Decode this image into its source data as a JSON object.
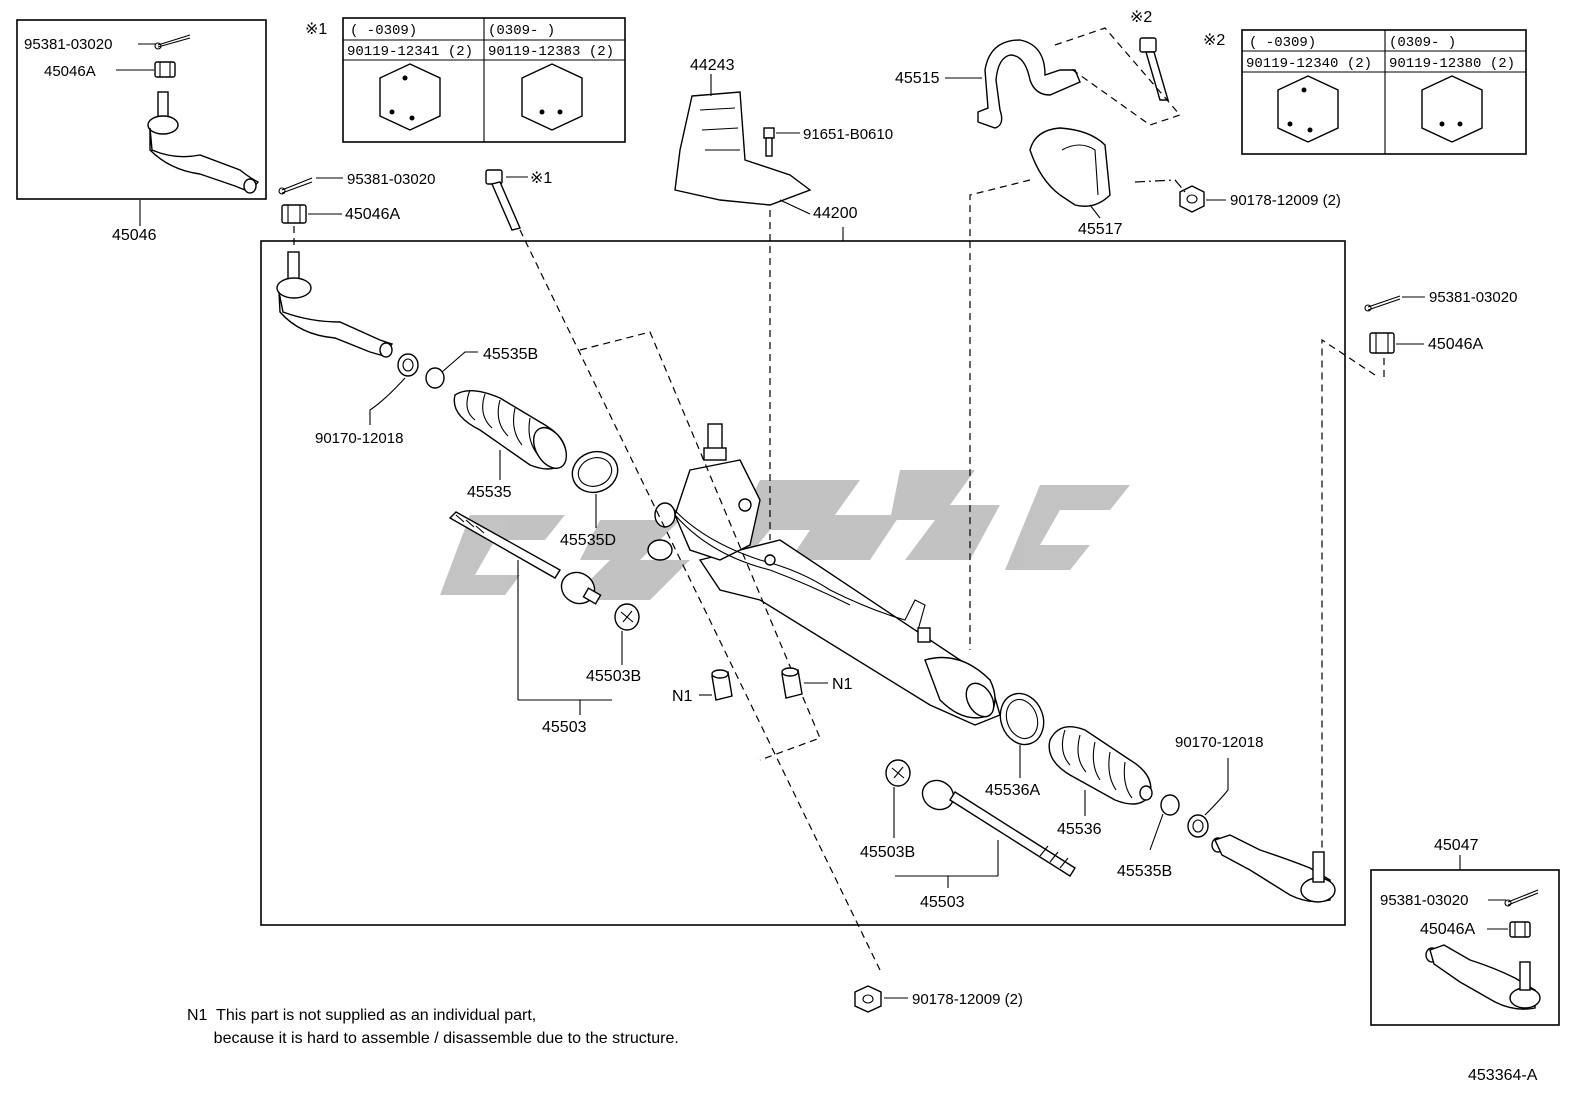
{
  "labels": {
    "top_left_cotter": "95381-03020",
    "top_left_nut": "45046A",
    "top_left_group": "45046",
    "cotter_left": "95381-03020",
    "nut_left": "45046A",
    "bolt_ref1": "※1",
    "cover": "44243",
    "cover_bolt": "91651-B0610",
    "gear_assy": "44200",
    "bracket": "45515",
    "ref2_bolt": "※2",
    "bushing": "45517",
    "nut_9017812009_top": "90178-12009 (2)",
    "cotter_right": "95381-03020",
    "nut_right": "45046A",
    "boot_clip_b_left": "45535B",
    "clamp_left": "90170-12018",
    "boot_left": "45535",
    "clip_d": "45535D",
    "rack_end_left_washer": "45503B",
    "rack_end_left": "45503",
    "n1_left": "N1",
    "n1_right": "N1",
    "clip_36a": "45536A",
    "boot_right": "45536",
    "clamp_right": "90170-12018",
    "boot_clip_b_right": "45535B",
    "washer_right": "45503B",
    "rack_end_right": "45503",
    "right_group": "45047",
    "right_group_cotter": "95381-03020",
    "right_group_nut": "45046A",
    "bottom_nut": "90178-12009 (2)",
    "doc_id": "453364-A"
  },
  "table1": {
    "mark": "※1",
    "col1_range": "(     -0309)",
    "col2_range": "(0309-     )",
    "col1_part": "90119-12341 (2)",
    "col2_part": "90119-12383 (2)"
  },
  "table2": {
    "mark": "※2",
    "col1_range": "(     -0309)",
    "col2_range": "(0309-     )",
    "col1_part": "90119-12340 (2)",
    "col2_part": "90119-12380 (2)"
  },
  "note": {
    "line1": "N1  This part is not supplied as an individual part,",
    "line2": "      because it is hard to assemble / disassemble due to the structure."
  },
  "colors": {
    "line": "#000000",
    "watermark": "#b8b8b8"
  }
}
